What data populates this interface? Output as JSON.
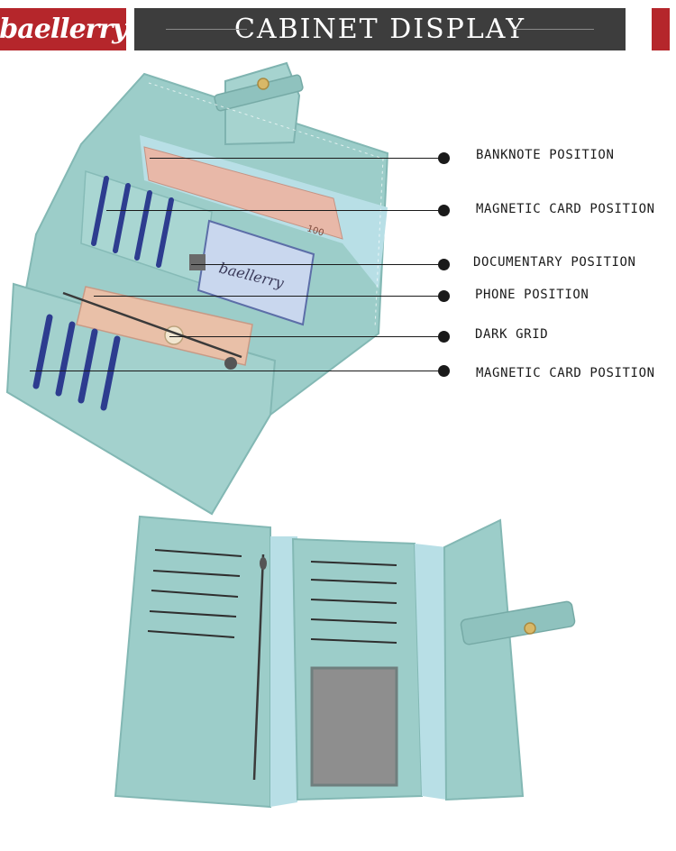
{
  "brand": {
    "logo_text": "baellerry"
  },
  "header": {
    "title": "CABINET DISPLAY"
  },
  "callouts": [
    {
      "label": "BANKNOTE POSITION"
    },
    {
      "label": "MAGNETIC CARD POSITION"
    },
    {
      "label": "DOCUMENTARY POSITION"
    },
    {
      "label": "PHONE POSITION"
    },
    {
      "label": "DARK GRID"
    },
    {
      "label": "MAGNETIC CARD POSITION"
    }
  ],
  "photo": {
    "banknote_text": "100",
    "id_card_text": "baellerry",
    "colors": {
      "wallet": "#9ccdc9",
      "wallet_dark": "#7fb3b0",
      "lining": "#b8dfe6",
      "brand_red": "#b5262b"
    }
  }
}
